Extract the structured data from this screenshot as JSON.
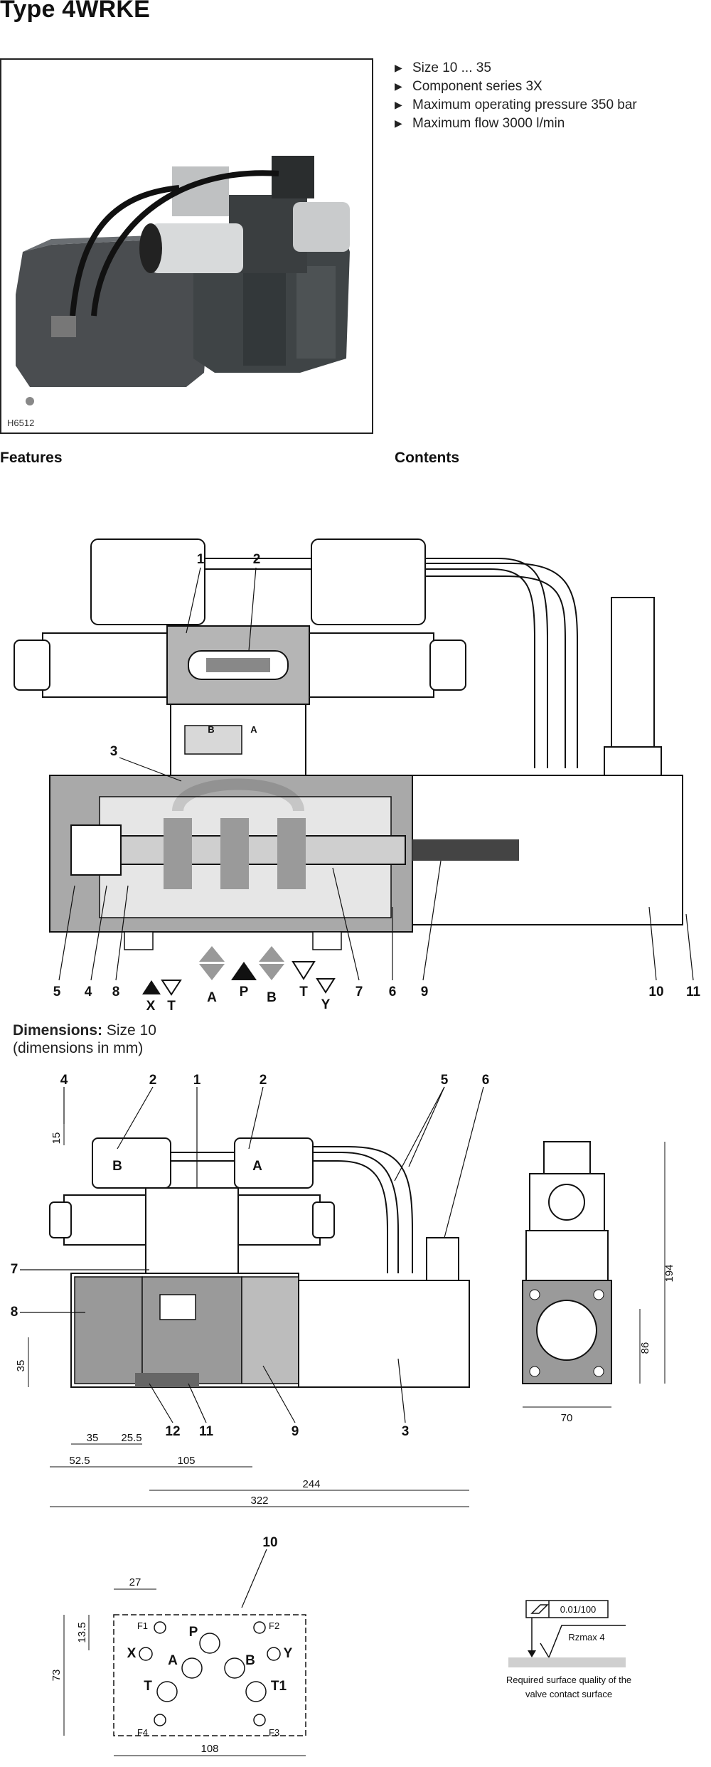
{
  "title": "Type 4WRKE",
  "photo": {
    "code": "H6512",
    "icon": "proportional-valve-photo"
  },
  "features_list": [
    "Size 10 ... 35",
    "Component series 3X",
    "Maximum operating pressure 350 bar",
    "Maximum flow 3000 l/min"
  ],
  "sections": {
    "features": "Features",
    "contents": "Contents"
  },
  "section_diagram": {
    "callouts": [
      "1",
      "2",
      "3",
      "4",
      "5",
      "6",
      "7",
      "8",
      "9",
      "10",
      "11"
    ],
    "port_labels": [
      "X",
      "T",
      "A",
      "P",
      "B",
      "T",
      "Y"
    ],
    "spool_port_letters": [
      "B",
      "A"
    ]
  },
  "dimensions": {
    "heading_bold": "Dimensions:",
    "heading_rest": " Size 10",
    "heading_sub": "(dimensions in mm)",
    "callouts": [
      "4",
      "2",
      "1",
      "2",
      "5",
      "6",
      "7",
      "8",
      "9",
      "3",
      "12",
      "11"
    ],
    "solenoid_letters": [
      "B",
      "A"
    ],
    "measures": [
      "15",
      "35",
      "35",
      "25.5",
      "52.5",
      "105",
      "244",
      "322",
      "194",
      "86",
      "70"
    ]
  },
  "port_pattern": {
    "callout": "10",
    "dims": [
      "27",
      "13.5",
      "73",
      "108"
    ],
    "ports": [
      "F1",
      "F2",
      "P",
      "X",
      "A",
      "B",
      "Y",
      "T",
      "T1",
      "F4",
      "F3"
    ]
  },
  "surface": {
    "flatness": "0.01/100",
    "roughness": "Rzmax 4",
    "caption_line1": "Required surface quality of the",
    "caption_line2": "valve contact surface"
  }
}
